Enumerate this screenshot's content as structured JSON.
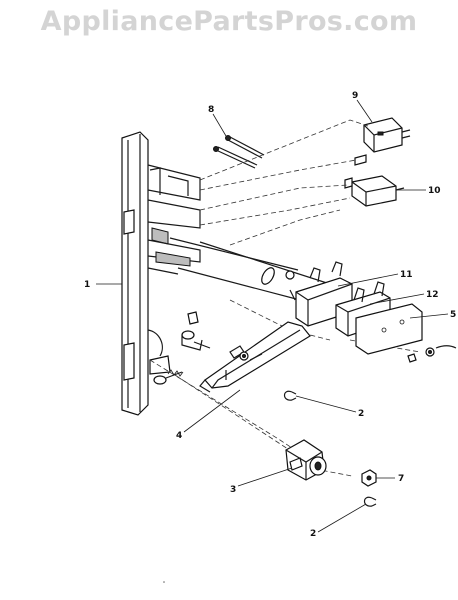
{
  "watermark": "AppliancePartsPros.com",
  "callouts": [
    {
      "id": "c1",
      "label": "1"
    },
    {
      "id": "c2a",
      "label": "2"
    },
    {
      "id": "c2b",
      "label": "2"
    },
    {
      "id": "c3",
      "label": "3"
    },
    {
      "id": "c4",
      "label": "4"
    },
    {
      "id": "c5",
      "label": "5"
    },
    {
      "id": "c7",
      "label": "7"
    },
    {
      "id": "c8",
      "label": "8"
    },
    {
      "id": "c9",
      "label": "9"
    },
    {
      "id": "c10",
      "label": "10"
    },
    {
      "id": "c11",
      "label": "11"
    },
    {
      "id": "c12",
      "label": "12"
    }
  ]
}
